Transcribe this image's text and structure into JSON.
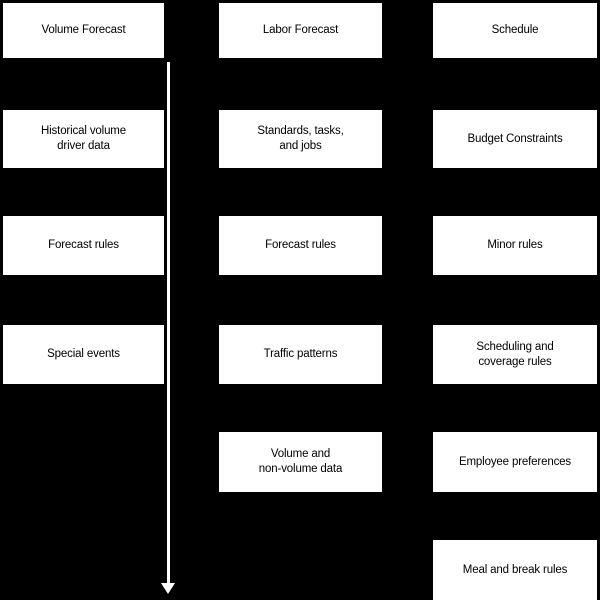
{
  "diagram": {
    "title": "Volume Forecast / Labor Forecast / Schedule inputs",
    "background_color": "#000000",
    "box_fill_color": "#ffffff",
    "box_text_color": "#000000",
    "connector_color": "#ffffff",
    "columns": [
      {
        "id": "volume-forecast",
        "header": "Volume Forecast",
        "items": [
          "Historical volume\ndriver data",
          "Forecast rules",
          "Special events"
        ]
      },
      {
        "id": "labor-forecast",
        "header": "Labor Forecast",
        "items": [
          "Standards, tasks,\nand jobs",
          "Forecast rules",
          "Traffic patterns",
          "Volume and\nnon-volume data"
        ]
      },
      {
        "id": "schedule",
        "header": "Schedule",
        "items": [
          "Budget Constraints",
          "Minor rules",
          "Scheduling and\ncoverage rules",
          "Employee preferences",
          "Meal and break rules"
        ]
      }
    ],
    "connector": {
      "name": "downward-arrow",
      "direction": "down"
    }
  }
}
